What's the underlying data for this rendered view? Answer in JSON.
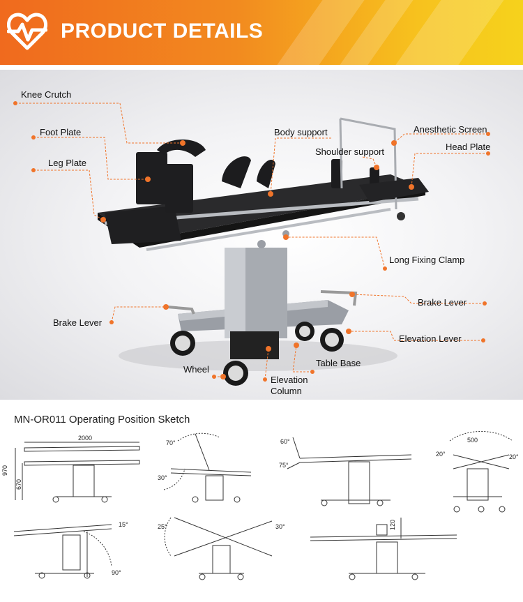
{
  "header": {
    "title": "PRODUCT DETAILS",
    "logo_icon": "heart-pulse-icon"
  },
  "colors": {
    "accent_orange": "#f0742a",
    "header_gradient_start": "#f06a1e",
    "header_gradient_end": "#f6d21c",
    "table_black": "#1c1c1e"
  },
  "callouts": {
    "knee_crutch": "Knee Crutch",
    "foot_plate": "Foot Plate",
    "leg_plate": "Leg Plate",
    "body_support": "Body support",
    "shoulder_support": "Shoulder support",
    "anesthetic_screen": "Anesthetic Screen",
    "head_plate": "Head Plate",
    "long_fixing_clamp": "Long Fixing Clamp",
    "brake_lever_right": "Brake  Lever",
    "brake_lever_left": "Brake Lever",
    "elevation_lever": "Elevation Lever",
    "table_base": "Table Base",
    "wheel": "Wheel",
    "elevation_column_line1": "Elevation",
    "elevation_column_line2": "Column"
  },
  "sketch": {
    "title": "MN-OR011 Operating Position Sketch",
    "dims": {
      "length": "2000",
      "height_max": "970",
      "height_min": "670",
      "angle_70": "70°",
      "angle_30": "30°",
      "angle_60": "60°",
      "angle_75": "75°",
      "width_500": "500",
      "tilt_left": "20°",
      "tilt_right": "20°",
      "angle_15": "15°",
      "angle_90": "90°",
      "angle_25": "25°",
      "angle_30b": "30°",
      "slide_120": "120"
    }
  }
}
